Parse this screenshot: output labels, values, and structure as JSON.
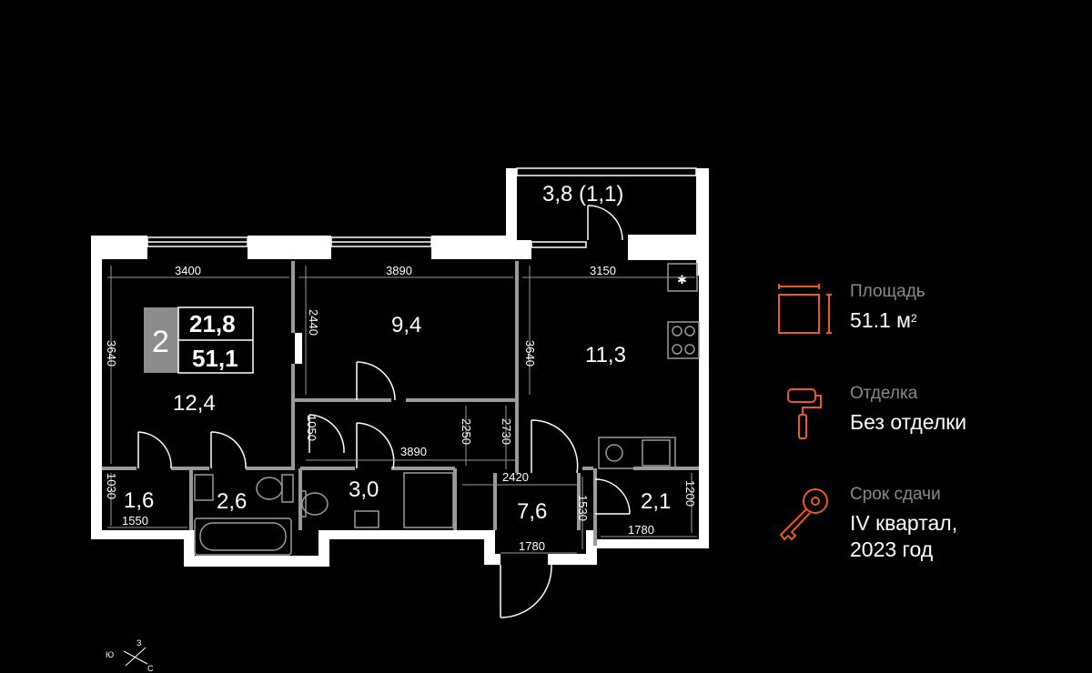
{
  "plan": {
    "rooms": [
      {
        "id": "room-12-4",
        "label": "12,4"
      },
      {
        "id": "room-9-4",
        "label": "9,4"
      },
      {
        "id": "room-11-3",
        "label": "11,3"
      },
      {
        "id": "balcony",
        "label": "3,8 (1,1)"
      },
      {
        "id": "room-1-6",
        "label": "1,6"
      },
      {
        "id": "room-2-6",
        "label": "2,6"
      },
      {
        "id": "room-3-0",
        "label": "3,0"
      },
      {
        "id": "room-7-6",
        "label": "7,6"
      },
      {
        "id": "room-2-1",
        "label": "2,1"
      }
    ],
    "dimensions": [
      "3400",
      "3890",
      "3150",
      "3640",
      "2440",
      "3640",
      "1050",
      "2250",
      "2730",
      "3890",
      "2420",
      "1030",
      "1550",
      "1530",
      "1780",
      "1200",
      "1780"
    ],
    "badge": {
      "rooms": "2",
      "living_area": "21,8",
      "total_area": "51,1"
    },
    "compass": {
      "south": "Ю",
      "west": "З",
      "north": "С"
    }
  },
  "info": {
    "area": {
      "label": "Площадь",
      "value": "51.1 м",
      "unit_sup": "2",
      "icon": "area-icon"
    },
    "finish": {
      "label": "Отделка",
      "value": "Без отделки",
      "icon": "paint-roller-icon"
    },
    "delivery": {
      "label": "Срок сдачи",
      "value_line1": "IV квартал,",
      "value_line2": "2023 год",
      "icon": "key-icon"
    }
  },
  "colors": {
    "background": "#000000",
    "walls": "#ffffff",
    "accent": "#e85a1f",
    "muted": "#8a8a8a",
    "badge": "#8c8c8c",
    "fixtures": "#9a9a9a"
  }
}
